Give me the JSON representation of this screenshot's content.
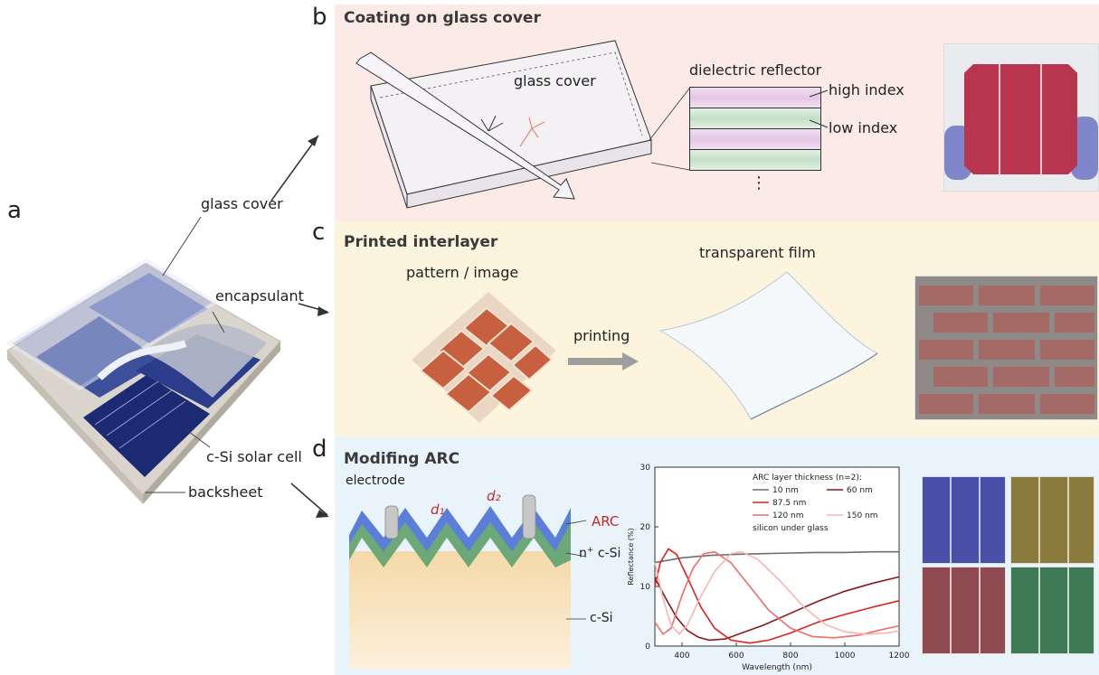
{
  "panel_letters": {
    "a": "a",
    "b": "b",
    "c": "c",
    "d": "d"
  },
  "panel_a": {
    "labels": {
      "glass_cover": "glass cover",
      "encapsulant": "encapsulant",
      "cell": "c-Si solar cell",
      "backsheet": "backsheet"
    }
  },
  "panel_b": {
    "title": "Coating on glass cover",
    "glass_label": "glass cover",
    "reflector_label": "dielectric reflector",
    "high_index": "high index",
    "low_index": "low index",
    "ellipsis": "⋮"
  },
  "panel_c": {
    "title": "Printed interlayer",
    "pattern_label": "pattern / image",
    "film_label": "transparent film",
    "arrow_label": "printing"
  },
  "panel_d": {
    "title": "Modifing ARC",
    "electrode": "electrode",
    "d1": "d₁",
    "d2": "d₂",
    "arc": "ARC",
    "nc_si_prefix": "n",
    "nc_si_sup": "+",
    "nc_si_suffix": " c-Si",
    "c_si": "c-Si"
  },
  "colors": {
    "panel_b_bg": "#fbeae6",
    "panel_c_bg": "#fdf4de",
    "panel_d_bg": "#e9f3fa",
    "arc_blue": "#5b7fd9",
    "green_layer": "#6ca878",
    "silicon": "#f6dcb0",
    "cell_blue": "#1b2a72"
  },
  "chart_data": {
    "type": "line",
    "ylabel": "Reflectance (%)",
    "xlabel": "Wavelength (nm)",
    "xlim": [
      300,
      1200
    ],
    "ylim": [
      0,
      30
    ],
    "xticks": [
      400,
      600,
      800,
      1000,
      1200
    ],
    "yticks": [
      0,
      10,
      20,
      30
    ],
    "legend_title": "ARC layer thickness (n=2):",
    "legend_footer": "silicon under glass",
    "legend_placement": "top-right",
    "series": [
      {
        "name": "10 nm",
        "color": "#6e6e6e",
        "points": [
          [
            300,
            14.0
          ],
          [
            400,
            14.8
          ],
          [
            500,
            15.2
          ],
          [
            600,
            15.4
          ],
          [
            700,
            15.5
          ],
          [
            800,
            15.6
          ],
          [
            900,
            15.7
          ],
          [
            1000,
            15.7
          ],
          [
            1100,
            15.8
          ],
          [
            1200,
            15.8
          ]
        ]
      },
      {
        "name": "60 nm",
        "color": "#8b1a1a",
        "points": [
          [
            300,
            11.5
          ],
          [
            340,
            8.0
          ],
          [
            380,
            4.8
          ],
          [
            420,
            2.6
          ],
          [
            460,
            1.5
          ],
          [
            500,
            1.0
          ],
          [
            560,
            1.2
          ],
          [
            620,
            2.2
          ],
          [
            700,
            3.5
          ],
          [
            800,
            5.5
          ],
          [
            900,
            7.5
          ],
          [
            1000,
            9.2
          ],
          [
            1100,
            10.5
          ],
          [
            1200,
            11.6
          ]
        ]
      },
      {
        "name": "87.5 nm",
        "color": "#e02020",
        "points": [
          [
            300,
            10.0
          ],
          [
            320,
            14.0
          ],
          [
            350,
            16.3
          ],
          [
            380,
            15.4
          ],
          [
            420,
            11.5
          ],
          [
            470,
            6.5
          ],
          [
            520,
            3.0
          ],
          [
            580,
            1.0
          ],
          [
            650,
            0.5
          ],
          [
            720,
            1.0
          ],
          [
            800,
            2.2
          ],
          [
            900,
            4.0
          ],
          [
            1000,
            5.3
          ],
          [
            1100,
            6.5
          ],
          [
            1200,
            7.6
          ]
        ]
      },
      {
        "name": "120 nm",
        "color": "#f26b6b",
        "points": [
          [
            300,
            4.0
          ],
          [
            330,
            2.0
          ],
          [
            360,
            3.0
          ],
          [
            400,
            8.5
          ],
          [
            440,
            13.0
          ],
          [
            480,
            15.5
          ],
          [
            520,
            15.8
          ],
          [
            580,
            14.0
          ],
          [
            650,
            10.0
          ],
          [
            720,
            6.0
          ],
          [
            800,
            3.0
          ],
          [
            880,
            1.6
          ],
          [
            960,
            1.4
          ],
          [
            1050,
            1.8
          ],
          [
            1130,
            2.7
          ],
          [
            1200,
            3.4
          ]
        ]
      },
      {
        "name": "150 nm",
        "color": "#f7b5b5",
        "points": [
          [
            300,
            14.0
          ],
          [
            330,
            8.0
          ],
          [
            360,
            3.5
          ],
          [
            390,
            2.0
          ],
          [
            420,
            3.5
          ],
          [
            460,
            7.5
          ],
          [
            520,
            12.5
          ],
          [
            580,
            15.5
          ],
          [
            620,
            15.8
          ],
          [
            680,
            14.5
          ],
          [
            760,
            11.0
          ],
          [
            850,
            6.5
          ],
          [
            930,
            3.6
          ],
          [
            1000,
            2.4
          ],
          [
            1080,
            2.0
          ],
          [
            1150,
            2.2
          ],
          [
            1200,
            2.5
          ]
        ]
      }
    ]
  }
}
